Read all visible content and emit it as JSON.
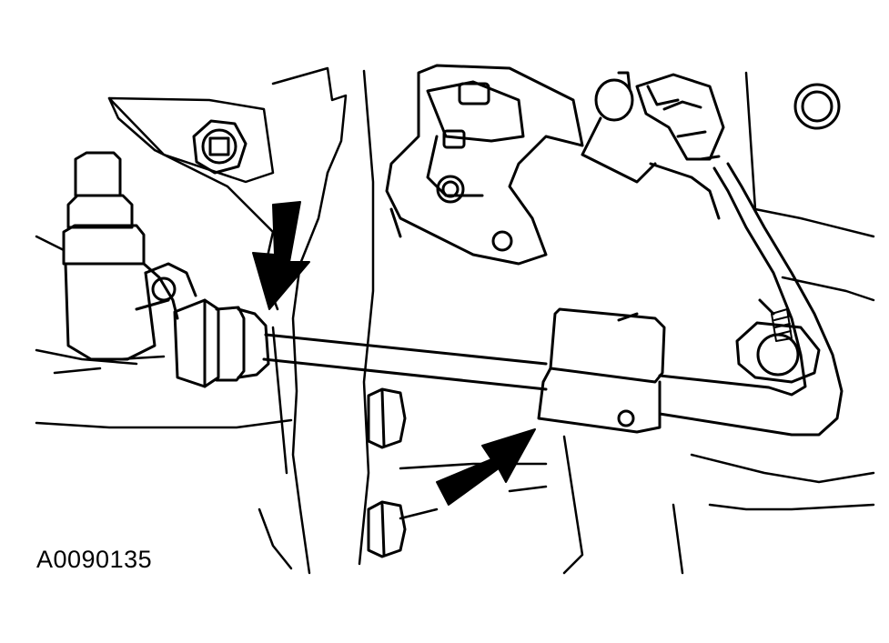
{
  "figure_id": "A0090135",
  "colors": {
    "ink": "#000000",
    "paper": "#ffffff"
  },
  "callouts": [
    {
      "icon": "arrow-down-icon",
      "points_to": "tube-fitting-nut"
    },
    {
      "icon": "arrow-up-right-icon",
      "points_to": "tube-bracket-clip"
    }
  ]
}
